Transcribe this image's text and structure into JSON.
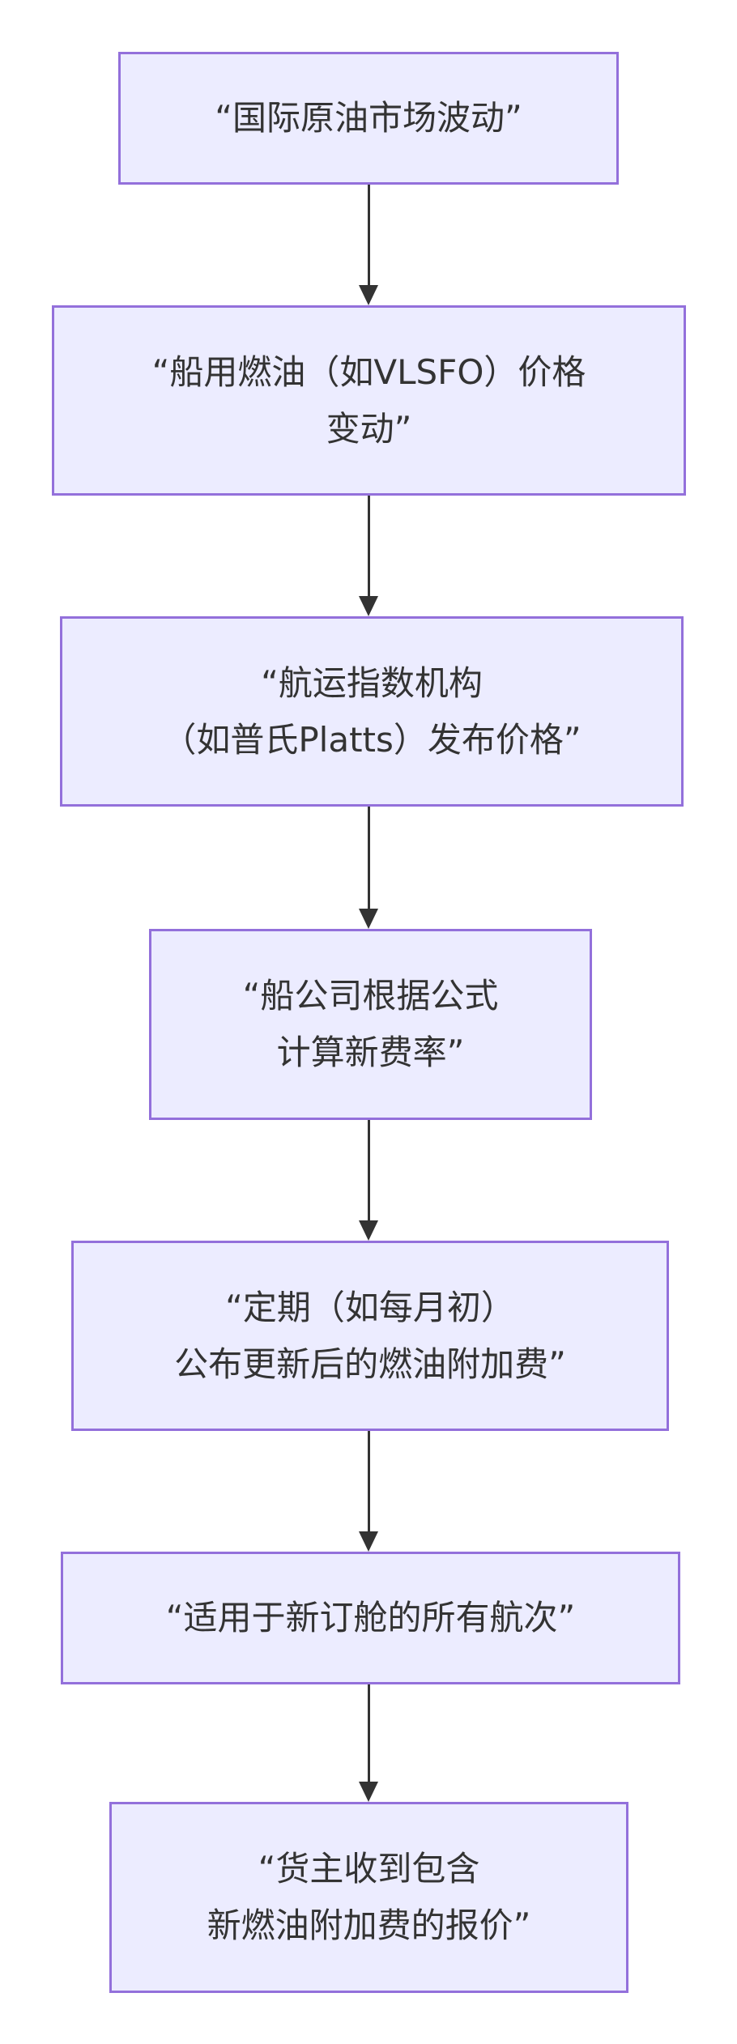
{
  "diagram": {
    "type": "flowchart",
    "direction": "top-down",
    "colors": {
      "node_fill": "#ECECFF",
      "node_border": "#9370DB",
      "edge": "#333333",
      "text": "#333333"
    },
    "nodes": [
      {
        "id": "n1",
        "label": "“国际原油市场波动”"
      },
      {
        "id": "n2",
        "label": "“船用燃油（如VLSFO）价格\n变动”"
      },
      {
        "id": "n3",
        "label": "“航运指数机构\n（如普氏Platts）发布价格”"
      },
      {
        "id": "n4",
        "label": "“船公司根据公式\n计算新费率”"
      },
      {
        "id": "n5",
        "label": "“定期（如每月初）\n公布更新后的燃油附加费”"
      },
      {
        "id": "n6",
        "label": "“适用于新订舱的所有航次”"
      },
      {
        "id": "n7",
        "label": "“货主收到包含\n新燃油附加费的报价”"
      }
    ],
    "edges": [
      {
        "from": "n1",
        "to": "n2"
      },
      {
        "from": "n2",
        "to": "n3"
      },
      {
        "from": "n3",
        "to": "n4"
      },
      {
        "from": "n4",
        "to": "n5"
      },
      {
        "from": "n5",
        "to": "n6"
      },
      {
        "from": "n6",
        "to": "n7"
      }
    ]
  }
}
